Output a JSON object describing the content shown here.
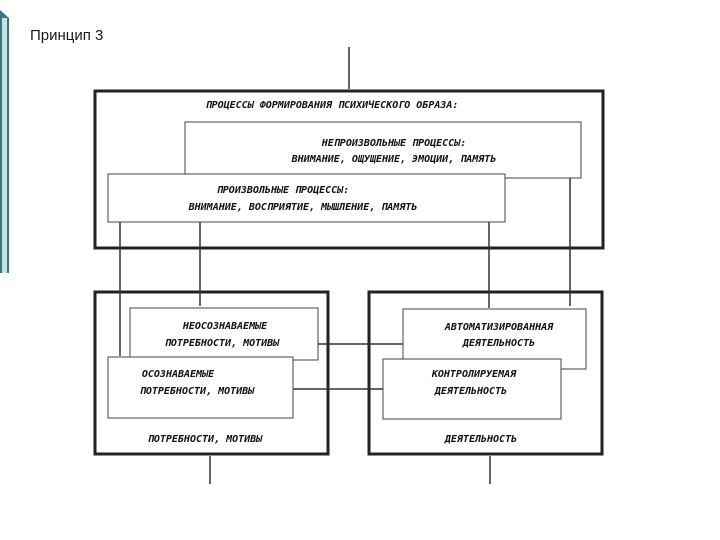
{
  "slide": {
    "title": "Принцип 3"
  },
  "diagram": {
    "top_block": {
      "title": "ПРОЦЕССЫ ФОРМИРОВАНИЯ ПСИХИЧЕСКОГО ОБРАЗА:",
      "involuntary": {
        "line1": "НЕПРОИЗВОЛЬНЫЕ ПРОЦЕССЫ:",
        "line2": "ВНИМАНИЕ, ОЩУЩЕНИЕ, ЭМОЦИИ, ПАМЯТЬ"
      },
      "voluntary": {
        "line1": "ПРОИЗВОЛЬНЫЕ ПРОЦЕССЫ:",
        "line2": "ВНИМАНИЕ, ВОСПРИЯТИЕ, МЫШЛЕНИЕ, ПАМЯТЬ"
      }
    },
    "needs_block": {
      "label": "ПОТРЕБНОСТИ, МОТИВЫ",
      "unconscious": {
        "line1": "НЕОСОЗНАВАЕМЫЕ",
        "line2": "ПОТРЕБНОСТИ, МОТИВЫ"
      },
      "conscious": {
        "line1": "ОСОЗНАВАЕМЫЕ",
        "line2": "ПОТРЕБНОСТИ, МОТИВЫ"
      }
    },
    "activity_block": {
      "label": "ДЕЯТЕЛЬНОСТЬ",
      "automated": {
        "line1": "АВТОМАТИЗИРОВАННАЯ",
        "line2": "ДЕЯТЕЛЬНОСТЬ"
      },
      "controlled": {
        "line1": "КОНТРОЛИРУЕМАЯ",
        "line2": "ДЕЯТЕЛЬНОСТЬ"
      }
    }
  }
}
